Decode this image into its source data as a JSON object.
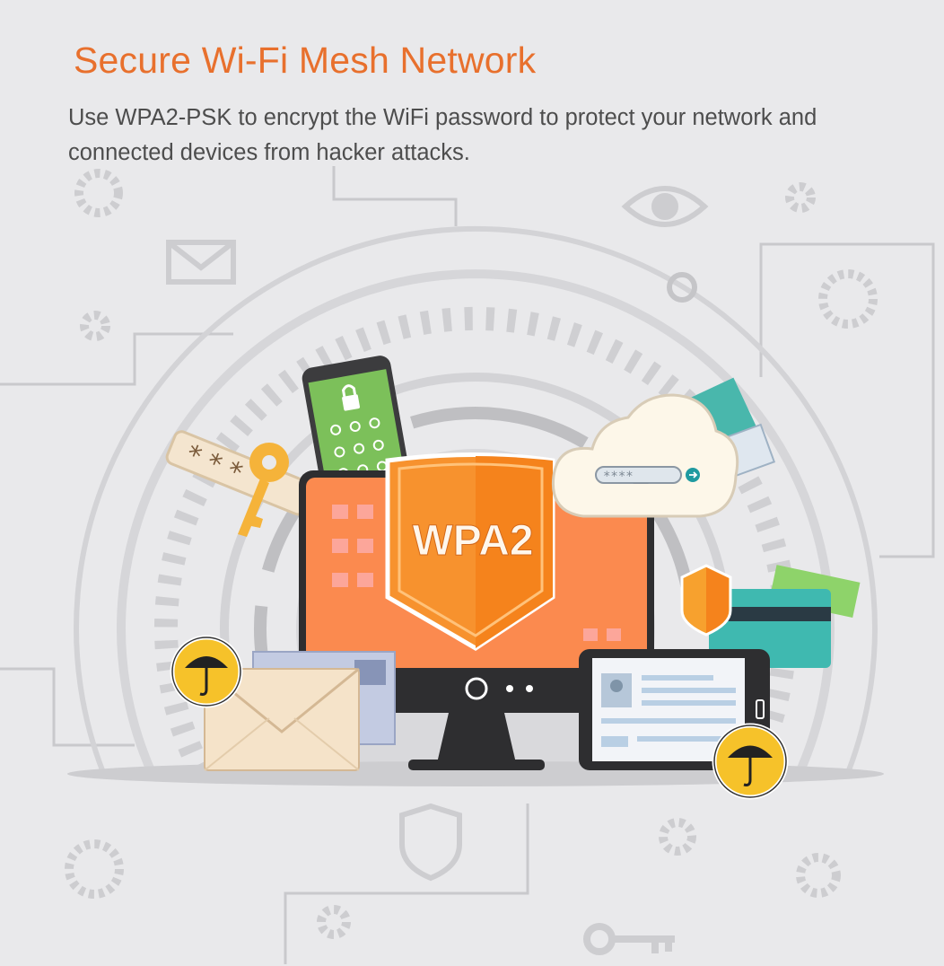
{
  "header": {
    "title": "Secure Wi-Fi Mesh Network",
    "subtitle": "Use WPA2-PSK to encrypt the WiFi password to protect your network and connected devices from hacker attacks."
  },
  "illustration": {
    "shield_label": "WPA2",
    "password_field": "****__",
    "colors": {
      "accent": "#e8702d",
      "monitor": "#fb8a4f",
      "shield": "#f7922e",
      "phone": "#7cc05a",
      "card": "#3fb9b0",
      "badge": "#f6c22a"
    }
  }
}
